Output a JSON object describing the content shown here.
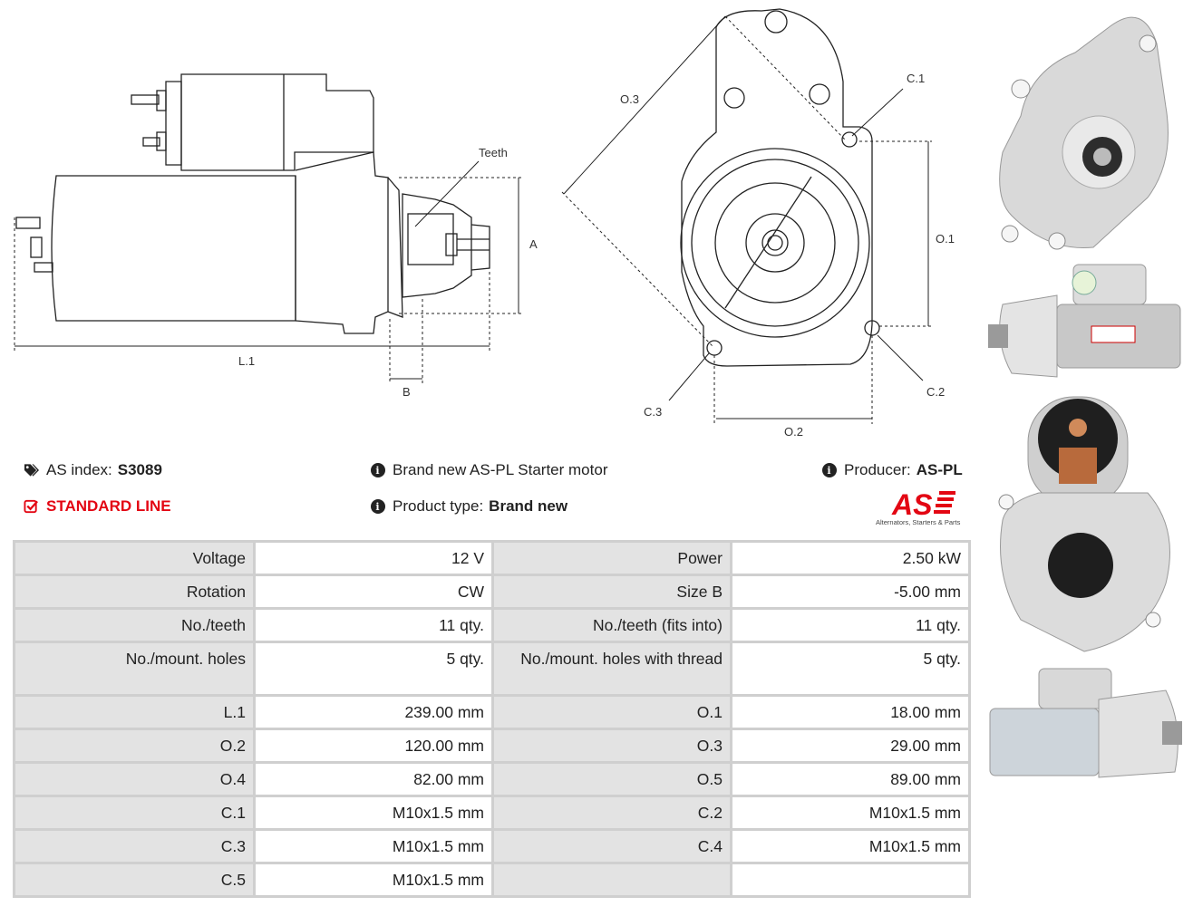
{
  "drawing": {
    "labels": {
      "teeth": "Teeth",
      "a": "A",
      "b": "B",
      "l1": "L.1",
      "o1": "O.1",
      "o2": "O.2",
      "o3": "O.3",
      "c1": "C.1",
      "c2": "C.2",
      "c3": "C.3"
    }
  },
  "info": {
    "as_index_label": "AS index:",
    "as_index_value": "S3089",
    "description": "Brand new AS-PL Starter motor",
    "producer_label": "Producer:",
    "producer_value": "AS-PL",
    "standard_line": "STANDARD LINE",
    "product_type_label": "Product type:",
    "product_type_value": "Brand new"
  },
  "logo": {
    "text": "AS",
    "subtitle": "Alternators, Starters & Parts",
    "color": "#e30613"
  },
  "specs": [
    {
      "k1": "Voltage",
      "v1": "12 V",
      "k2": "Power",
      "v2": "2.50 kW"
    },
    {
      "k1": "Rotation",
      "v1": "CW",
      "k2": "Size B",
      "v2": "-5.00 mm"
    },
    {
      "k1": "No./teeth",
      "v1": "11 qty.",
      "k2": "No./teeth (fits into)",
      "v2": "11 qty."
    },
    {
      "k1": "No./mount. holes",
      "v1": "5 qty.",
      "k2": "No./mount. holes with thread",
      "v2": "5 qty."
    },
    {
      "k1": "L.1",
      "v1": "239.00 mm",
      "k2": "O.1",
      "v2": "18.00 mm"
    },
    {
      "k1": "O.2",
      "v1": "120.00 mm",
      "k2": "O.3",
      "v2": "29.00 mm"
    },
    {
      "k1": "O.4",
      "v1": "82.00 mm",
      "k2": "O.5",
      "v2": "89.00 mm"
    },
    {
      "k1": "C.1",
      "v1": "M10x1.5 mm",
      "k2": "C.2",
      "v2": "M10x1.5 mm"
    },
    {
      "k1": "C.3",
      "v1": "M10x1.5 mm",
      "k2": "C.4",
      "v2": "M10x1.5 mm"
    },
    {
      "k1": "C.5",
      "v1": "M10x1.5 mm",
      "k2": "",
      "v2": ""
    }
  ]
}
